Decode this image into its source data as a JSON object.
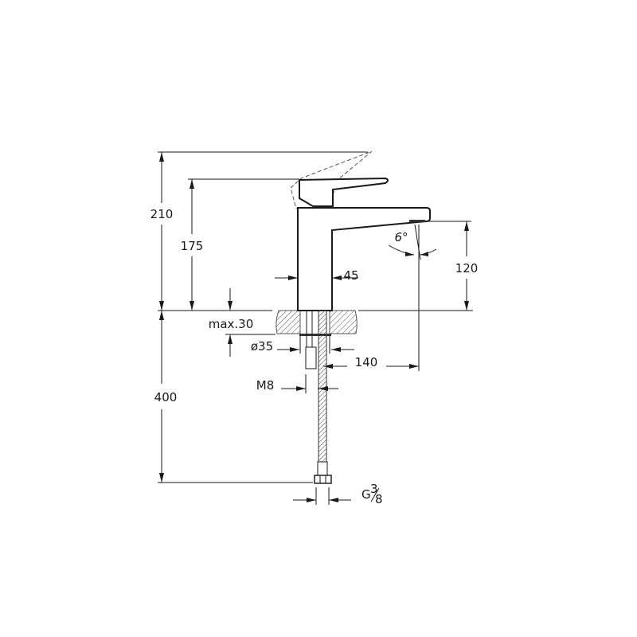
{
  "drawing": {
    "subject": "",
    "dimensions": {
      "total_height_lever_open": "210",
      "height_lever_closed": "175",
      "spout_height": "120",
      "body_width": "45",
      "spout_angle": "6°",
      "max_counter_thickness": "max.30",
      "hole_diameter": "ø35",
      "spout_reach": "140",
      "rod_thread": "M8",
      "hose_length": "400",
      "connection_main": "G",
      "connection_num": "3",
      "connection_den": "8"
    }
  }
}
